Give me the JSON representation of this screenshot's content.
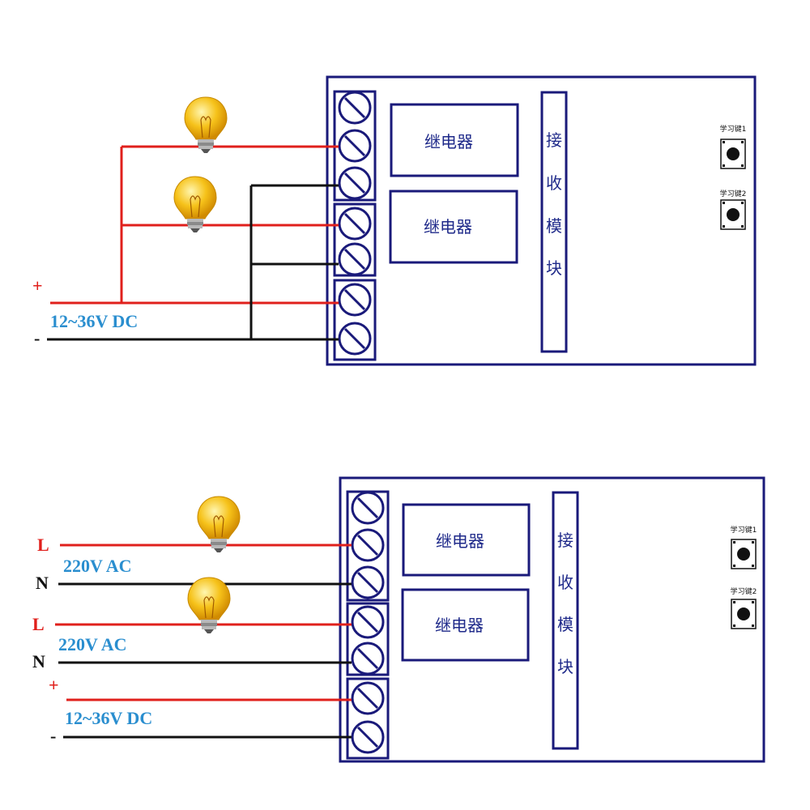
{
  "colors": {
    "board": "#1a1a7a",
    "wire_positive": "#e0201c",
    "wire_negative": "#111111",
    "label_voltage": "#2a8ecf",
    "bulb": "#f6c21a"
  },
  "top_diagram": {
    "plus_label": "+",
    "minus_label": "-",
    "supply_label": "12~36V DC",
    "relay1_label": "继电器",
    "relay2_label": "继电器",
    "receiver_chars": [
      "接",
      "收",
      "模",
      "块"
    ],
    "button1_label": "学习键1",
    "button2_label": "学习键2",
    "bulb_icons": [
      "light-bulb-icon",
      "light-bulb-icon"
    ]
  },
  "bottom_diagram": {
    "circuit1_line_label": "L",
    "circuit1_neutral_label": "N",
    "circuit1_supply_label": "220V AC",
    "circuit2_line_label": "L",
    "circuit2_neutral_label": "N",
    "circuit2_supply_label": "220V AC",
    "plus_label": "+",
    "minus_label": "-",
    "supply_label": "12~36V DC",
    "relay1_label": "继电器",
    "relay2_label": "继电器",
    "receiver_chars": [
      "接",
      "收",
      "模",
      "块"
    ],
    "button1_label": "学习键1",
    "button2_label": "学习键2",
    "bulb_icons": [
      "light-bulb-icon",
      "light-bulb-icon"
    ]
  }
}
